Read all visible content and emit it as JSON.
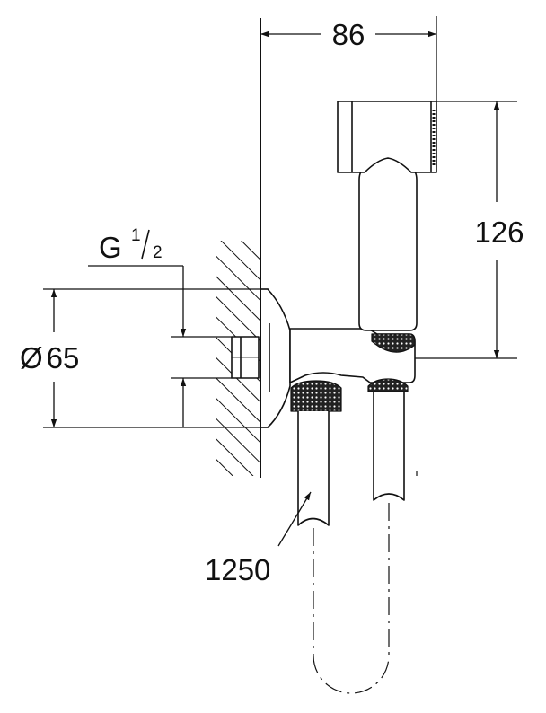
{
  "dimensions": {
    "width": "86",
    "height": "126",
    "diameter_symbol": "Ø",
    "diameter_value": "65",
    "hose_length": "1250"
  },
  "thread": {
    "letter": "G",
    "fraction_numerator": "1",
    "fraction_denominator": "2"
  },
  "colors": {
    "line": "#111111",
    "knurl": "#222222"
  }
}
